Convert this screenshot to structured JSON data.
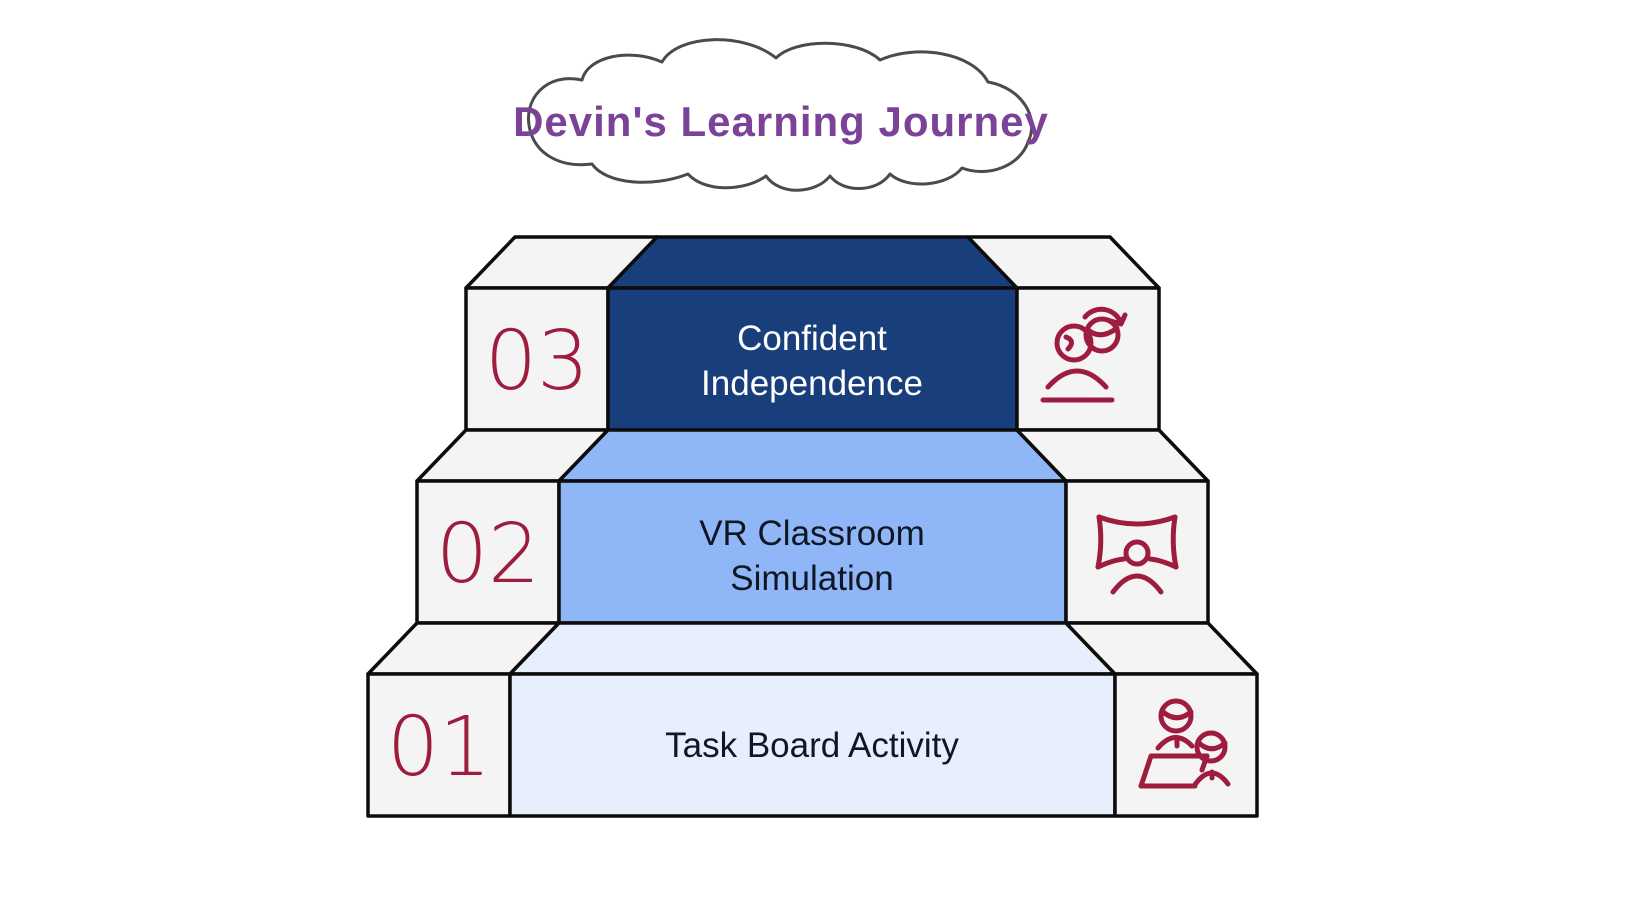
{
  "title": {
    "text": "Devin's Learning Journey",
    "color": "#7B4397"
  },
  "cloud": {
    "stroke_color": "#4B4B4B",
    "fill": "#FFFFFF"
  },
  "staircase": {
    "outline_color": "#0C0C0C",
    "side_block_fill": "#F4F4F5",
    "number_color": "#9E1C3E",
    "icon_color": "#9E1C3E",
    "steps": [
      {
        "number": "01",
        "line1": "Task Board Activity",
        "line2": "",
        "fill": "#E8EFFC",
        "text_color": "#101623",
        "icon": "two-people-at-desk-icon"
      },
      {
        "number": "02",
        "line1": "VR Classroom",
        "line2": "Simulation",
        "fill": "#8FB7F8",
        "text_color": "#101623",
        "icon": "person-before-curved-screen-icon"
      },
      {
        "number": "03",
        "line1": "Confident",
        "line2": "Independence",
        "fill": "#183F7C",
        "text_color": "#FFFFFF",
        "icon": "person-with-rotating-head-icon"
      }
    ]
  }
}
